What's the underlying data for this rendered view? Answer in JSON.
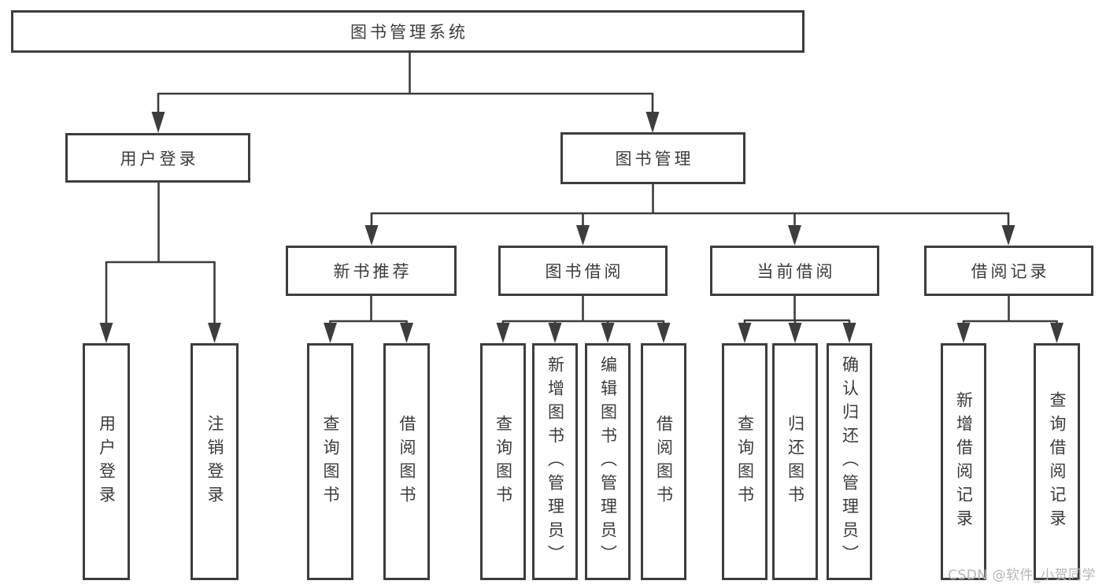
{
  "diagram": {
    "root": {
      "label": "图书管理系统"
    },
    "level2": {
      "user_login": {
        "label": "用户登录"
      },
      "book_mgmt": {
        "label": "图书管理"
      }
    },
    "level3": {
      "new_book_rec": {
        "label": "新书推荐"
      },
      "book_borrow": {
        "label": "图书借阅"
      },
      "current_borrow": {
        "label": "当前借阅"
      },
      "borrow_records": {
        "label": "借阅记录"
      }
    },
    "level4": {
      "ul_user_login": {
        "label": "用户登录"
      },
      "ul_logout": {
        "label": "注销登录"
      },
      "nb_query_books": {
        "label": "查询图书"
      },
      "nb_borrow_books": {
        "label": "借阅图书"
      },
      "bb_query_books": {
        "label": "查询图书"
      },
      "bb_add_books": {
        "label": "新增图书（管理员）"
      },
      "bb_edit_books": {
        "label": "编辑图书（管理员）"
      },
      "bb_borrow_books": {
        "label": "借阅图书"
      },
      "cb_query_books": {
        "label": "查询图书"
      },
      "cb_return_books": {
        "label": "归还图书"
      },
      "cb_confirm_return": {
        "label": "确认归还（管理员）"
      },
      "br_add_record": {
        "label": "新增借阅记录"
      },
      "br_query_record": {
        "label": "查询借阅记录"
      }
    }
  },
  "watermark": {
    "text": "CSDN @软件_小贺同学"
  },
  "colors": {
    "line": "#3d3d3d",
    "text": "#3b3b3b",
    "watermark": "#b6b6b6",
    "background": "#ffffff"
  }
}
